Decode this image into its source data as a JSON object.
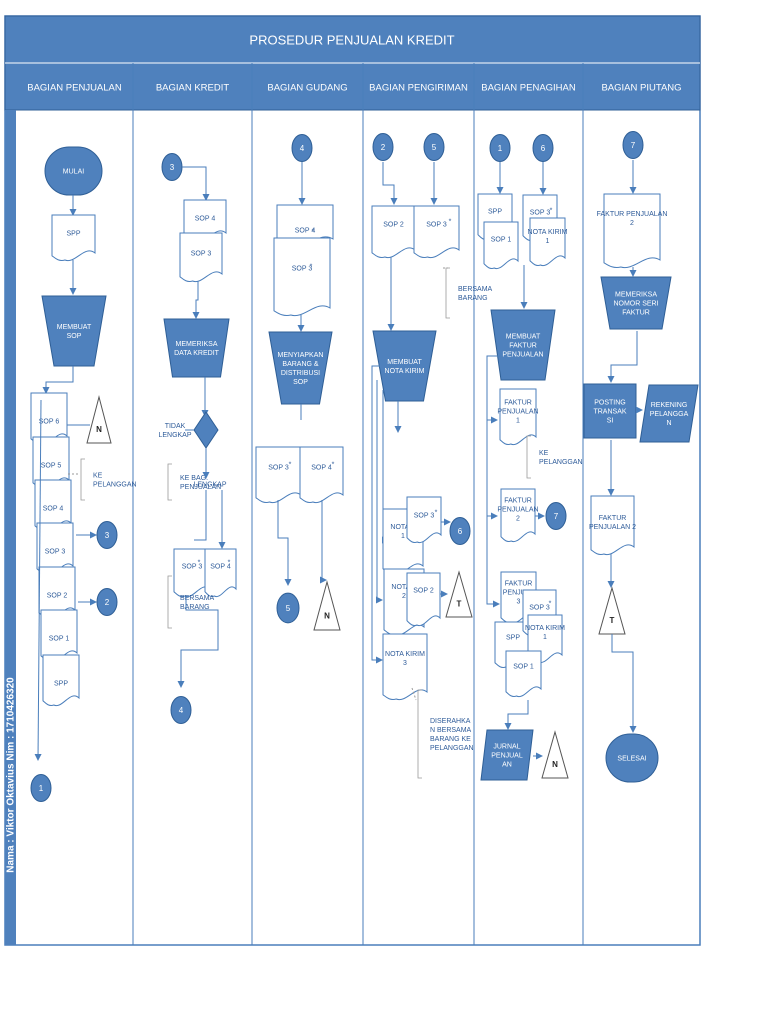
{
  "title": "PROSEDUR PENJUALAN KREDIT",
  "author_label": "Nama : Viktor Oktavius  Nim : 1710426320",
  "lanes": [
    "BAGIAN PENJUALAN",
    "BAGIAN KREDIT",
    "BAGIAN GUDANG",
    "BAGIAN PENGIRIMAN",
    "BAGIAN PENAGIHAN",
    "BAGIAN PIUTANG"
  ],
  "penjualan": {
    "start": "MULAI",
    "spp": "SPP",
    "process": [
      "MEMBUAT",
      "SOP"
    ],
    "stack": [
      "SOP 6",
      "SOP 5",
      "SOP 4",
      "SOP 3",
      "SOP 2",
      "SOP 1",
      "SPP"
    ],
    "archive_n": "N",
    "note": [
      "KE",
      "PELANGGAN"
    ],
    "conn_3": "3",
    "conn_2": "2",
    "conn_1": "1"
  },
  "kredit": {
    "conn_in": "3",
    "sop4": "SOP 4",
    "sop3": "SOP 3",
    "process": [
      "MEMERIKSA",
      "DATA KREDIT"
    ],
    "tidak": [
      "TIDAK",
      "LENGKAP"
    ],
    "ke_bag": [
      "KE BAG.",
      "PENJUALAN"
    ],
    "lengkap": "LENGKAP",
    "out_sop3": "SOP 3",
    "out_sop4": "SOP 4",
    "mark": "*",
    "bersama": [
      "BERSAMA",
      "BARANG"
    ],
    "conn_out": "4"
  },
  "gudang": {
    "conn_in": "4",
    "sop4": "SOP 4",
    "sop3": "SOP 3",
    "mark": "*",
    "process": [
      "MENYIAPKAN",
      "BARANG &",
      "DISTRIBUSI",
      "SOP"
    ],
    "out_sop3": "SOP 3",
    "out_sop4": "SOP 4",
    "conn_out": "5",
    "archive_n": "N"
  },
  "pengiriman": {
    "conn_2": "2",
    "conn_5": "5",
    "sop2": "SOP 2",
    "sop3": "SOP 3",
    "mark": "*",
    "bersama": [
      "BERSAMA",
      "BARANG"
    ],
    "process": [
      "MEMBUAT",
      "NOTA KIRIM"
    ],
    "nota1": [
      "NOTA K",
      "1"
    ],
    "nota1_sop3": "SOP 3",
    "conn_6": "6",
    "nota2": [
      "NOTA K",
      "2"
    ],
    "nota2_sop2": "SOP 2",
    "archive_t": "T",
    "nota3": [
      "NOTA KIRIM",
      "3"
    ],
    "diserahkan": [
      "DISERAHKA",
      "N BERSAMA",
      "BARANG KE",
      "PELANGGAN"
    ]
  },
  "penagihan": {
    "conn_1": "1",
    "conn_6": "6",
    "spp": "SPP",
    "sop1": "SOP 1",
    "sop3": "SOP 3",
    "mark": "*",
    "nota": [
      "NOTA KIRIM",
      "1"
    ],
    "process": [
      "MEMBUAT",
      "FAKTUR",
      "PENJUALAN"
    ],
    "faktur1": [
      "FAKTUR",
      "PENJUALAN",
      "1"
    ],
    "ke_pelanggan": [
      "KE",
      "PELANGGAN"
    ],
    "faktur2": [
      "FAKTUR",
      "PENJUALAN",
      "2"
    ],
    "conn_7": "7",
    "faktur3": [
      "FAKTUR",
      "PENJUAL",
      "3"
    ],
    "bottom_spp": "SPP",
    "bottom_sop3": "SOP 3",
    "bottom_nota": [
      "NOTA KIRIM",
      "1"
    ],
    "bottom_sop1": "SOP 1",
    "jurnal": [
      "JURNAL",
      "PENJUAL",
      "AN"
    ],
    "archive_n": "N"
  },
  "piutang": {
    "conn_in": "7",
    "faktur": [
      "FAKTUR PENJUALAN",
      "2"
    ],
    "process": [
      "MEMERIKSA",
      "NOMOR SERI",
      "FAKTUR"
    ],
    "posting": [
      "POSTING",
      "TRANSAK",
      "SI"
    ],
    "rekening": [
      "REKENING",
      "PELANGGA",
      "N"
    ],
    "faktur2": [
      "FAKTUR",
      "PENJUALAN 2"
    ],
    "archive_t": "T",
    "end": "SELESAI"
  },
  "colors": {
    "header": "#4f81bd",
    "fill": "#4f81bd",
    "dark": "#2f5f96",
    "line": "#4a7ebb",
    "label": "#2e5b99",
    "ink": "#1f3f6b"
  }
}
